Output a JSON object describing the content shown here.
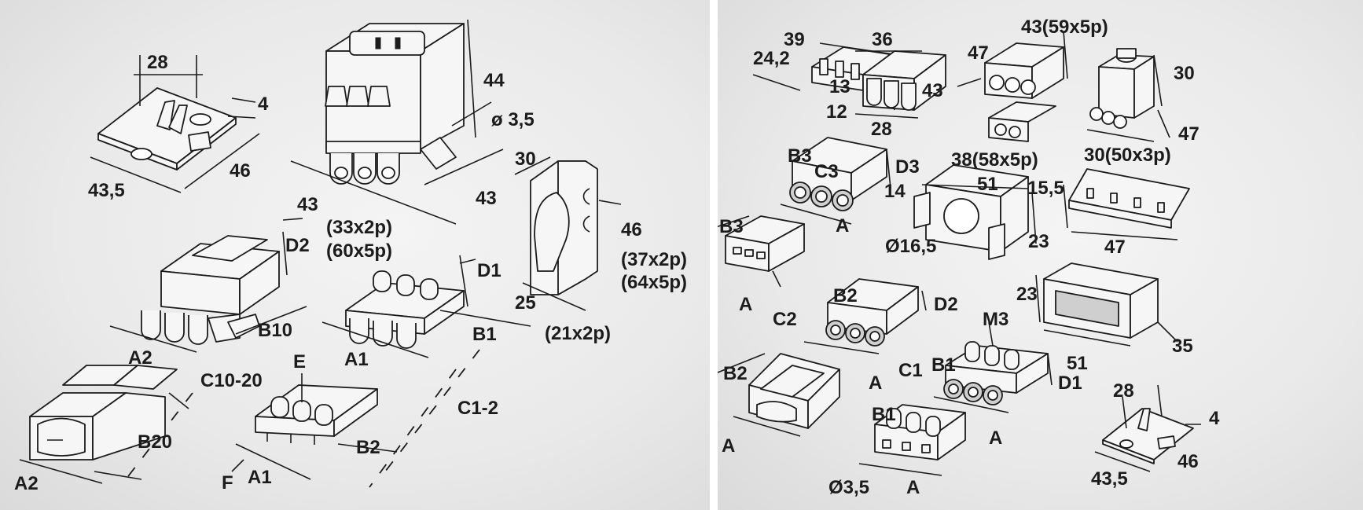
{
  "left": {
    "labels": {
      "d28": "28",
      "d4": "4",
      "d46": "46",
      "d435": "43,5",
      "d44": "44",
      "dphi35": "ø 3,5",
      "d43a": "43",
      "d43b": "43",
      "d30": "30",
      "d46b": "46",
      "p37x2": "(37x2p)",
      "p64x5": "(64x5p)",
      "D2": "D2",
      "p33x2": "(33x2p)",
      "p60x5": "(60x5p)",
      "D1": "D1",
      "d25": "25",
      "p21x2": "(21x2p)",
      "B10": "B10",
      "A2a": "A2",
      "C1020": "C10-20",
      "A1a": "A1",
      "B1": "B1",
      "E": "E",
      "C12": "C1-2",
      "B20": "B20",
      "A2b": "A2",
      "B2": "B2",
      "A1b": "A1",
      "F": "F"
    }
  },
  "right": {
    "labels": {
      "d39": "39",
      "d242": "24,2",
      "d13": "13",
      "d12": "12",
      "d36": "36",
      "d28": "28",
      "p43x59": "43(59x5p)",
      "d47a": "47",
      "d43": "43",
      "p38x58": "38(58x5p)",
      "d30": "30",
      "d47b": "47",
      "p30x50": "30(50x3p)",
      "C3": "C3",
      "B3a": "B3",
      "D3": "D3",
      "d14": "14",
      "Aa": "A",
      "d51a": "51",
      "d155": "15,5",
      "B3b": "B3",
      "phi165": "Ø16,5",
      "d23a": "23",
      "d47c": "47",
      "Ab": "A",
      "C2": "C2",
      "B2a": "B2",
      "D2": "D2",
      "d23b": "23",
      "M3": "M3",
      "Ac": "A",
      "C1": "C1",
      "B1a": "B1",
      "D1": "D1",
      "d51b": "51",
      "d35": "35",
      "B2b": "B2",
      "Ad": "A",
      "d28b": "28",
      "d4": "4",
      "B1b": "B1",
      "Ae": "A",
      "d46": "46",
      "d435": "43,5",
      "phi35": "Ø3,5",
      "Af": "A"
    }
  }
}
